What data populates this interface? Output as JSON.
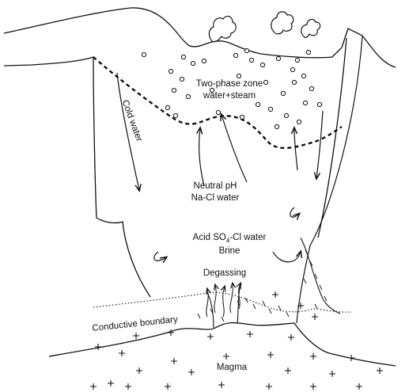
{
  "labels": {
    "two_phase_line1": "Two-phase zone",
    "two_phase_line2": "water+steam",
    "cold_water": "Cold water",
    "neutral_line1": "Neutral pH",
    "neutral_line2": "Na-Cl water",
    "acid_pre": "Acid SO",
    "acid_sub": "4",
    "acid_post": "-Cl water",
    "brine": "Brine",
    "degassing": "Degassing",
    "conductive_boundary": "Conductive boundary",
    "magma": "Magma"
  },
  "colors": {
    "stroke": "#111111",
    "background": "#ffffff"
  }
}
